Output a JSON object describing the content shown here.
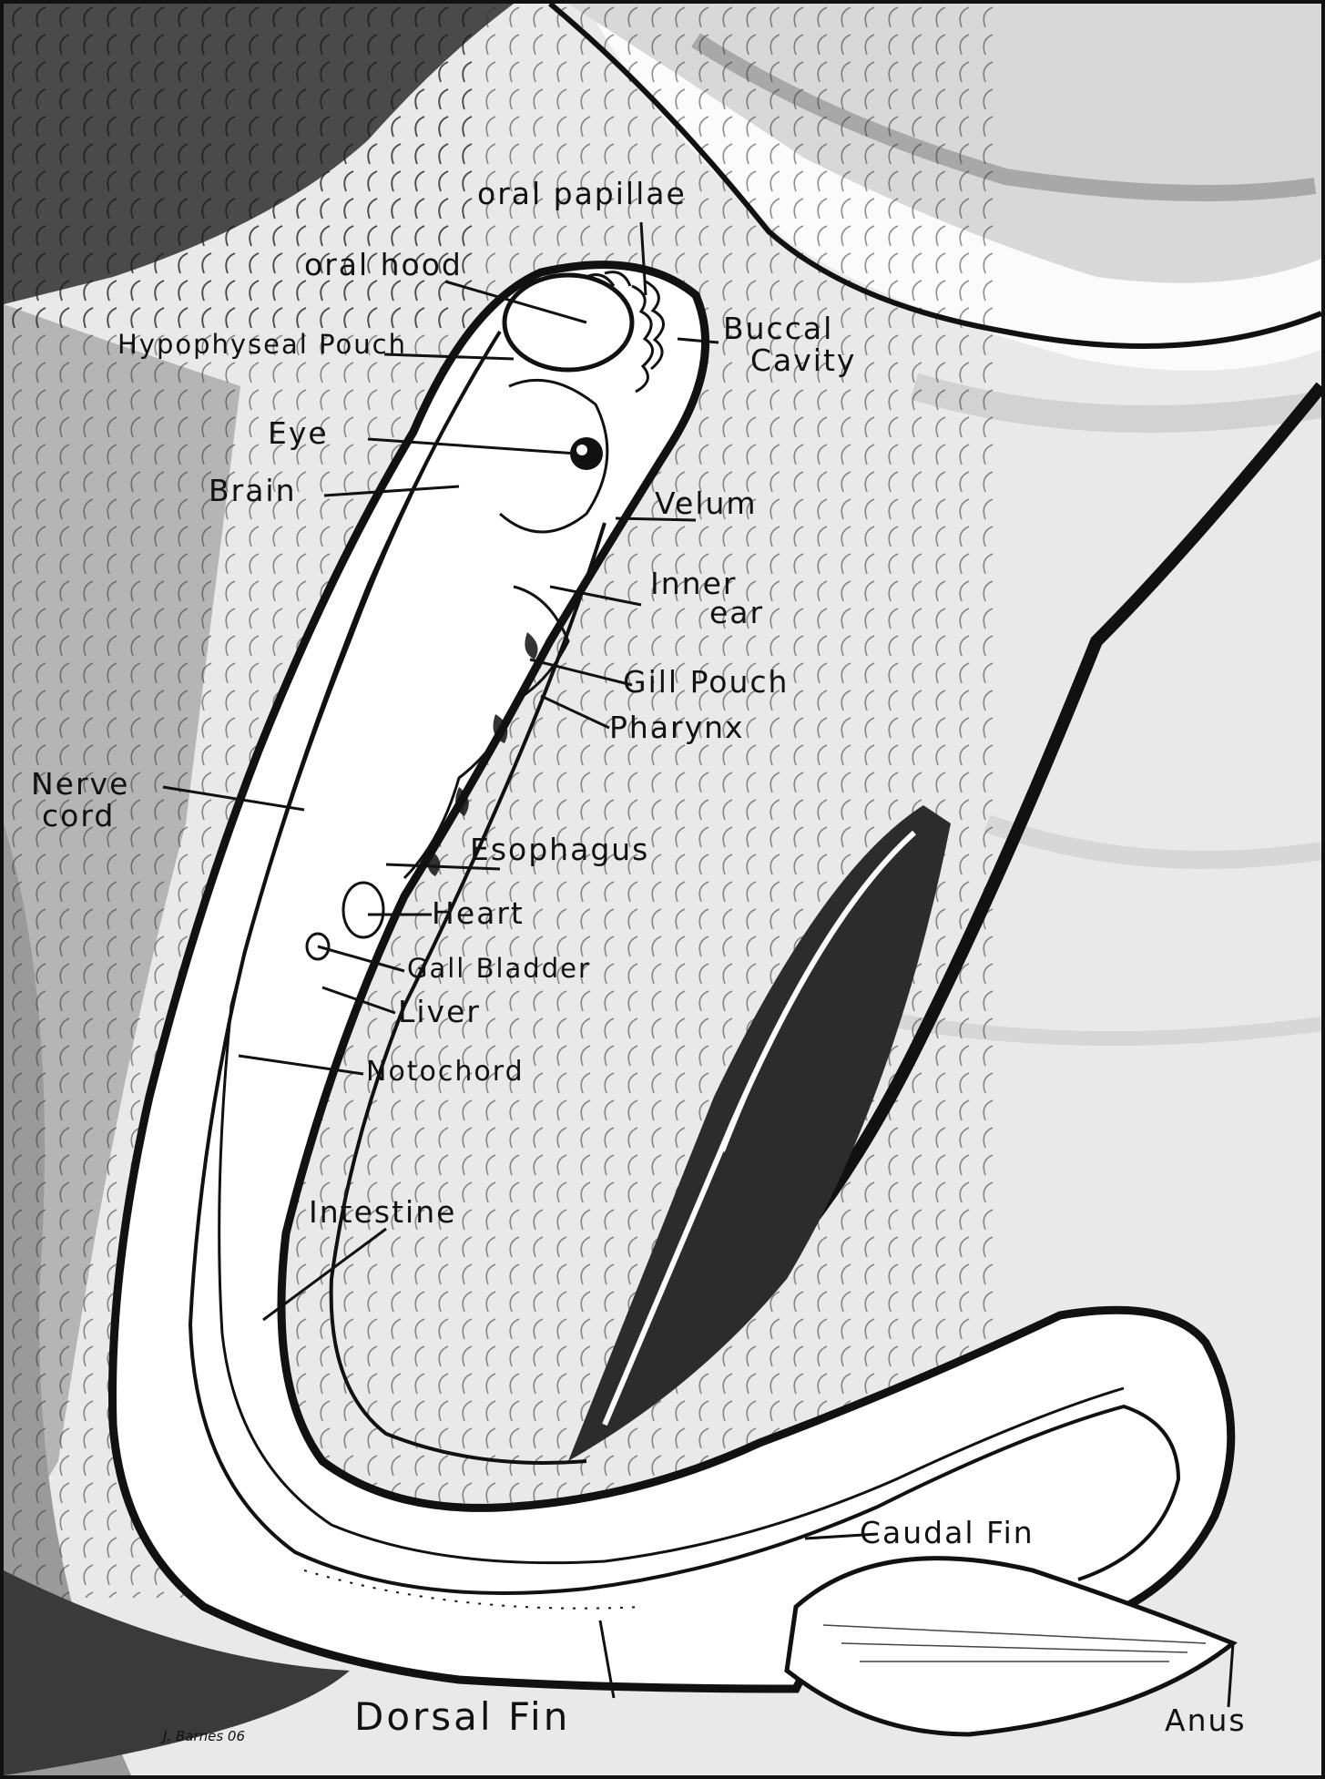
{
  "diagram": {
    "labels": {
      "oral_papillae": "oral papillae",
      "oral_hood": "oral hood",
      "hypophyseal_pouch": "Hypophyseal Pouch",
      "buccal_cavity_line1": "Buccal",
      "buccal_cavity_line2": "Cavity",
      "eye": "Eye",
      "brain": "Brain",
      "velum": "Velum",
      "inner_ear_line1": "Inner",
      "inner_ear_line2": "ear",
      "gill_pouch": "Gill Pouch",
      "pharynx": "Pharynx",
      "nerve_cord_line1": "Nerve",
      "nerve_cord_line2": "cord",
      "esophagus": "Esophagus",
      "heart": "Heart",
      "gall_bladder": "Gall Bladder",
      "liver": "Liver",
      "notochord": "Notochord",
      "intestine": "Intestine",
      "caudal_fin": "Caudal Fin",
      "dorsal_fin": "Dorsal Fin",
      "anus": "Anus"
    },
    "signature": "J. Barnes 06",
    "colors": {
      "ink": "#111111",
      "shade_dark": "#3a3a3a",
      "shade_mid": "#8a8a8a",
      "shade_light": "#c8c8c8",
      "paper": "#fbfbfb"
    }
  }
}
